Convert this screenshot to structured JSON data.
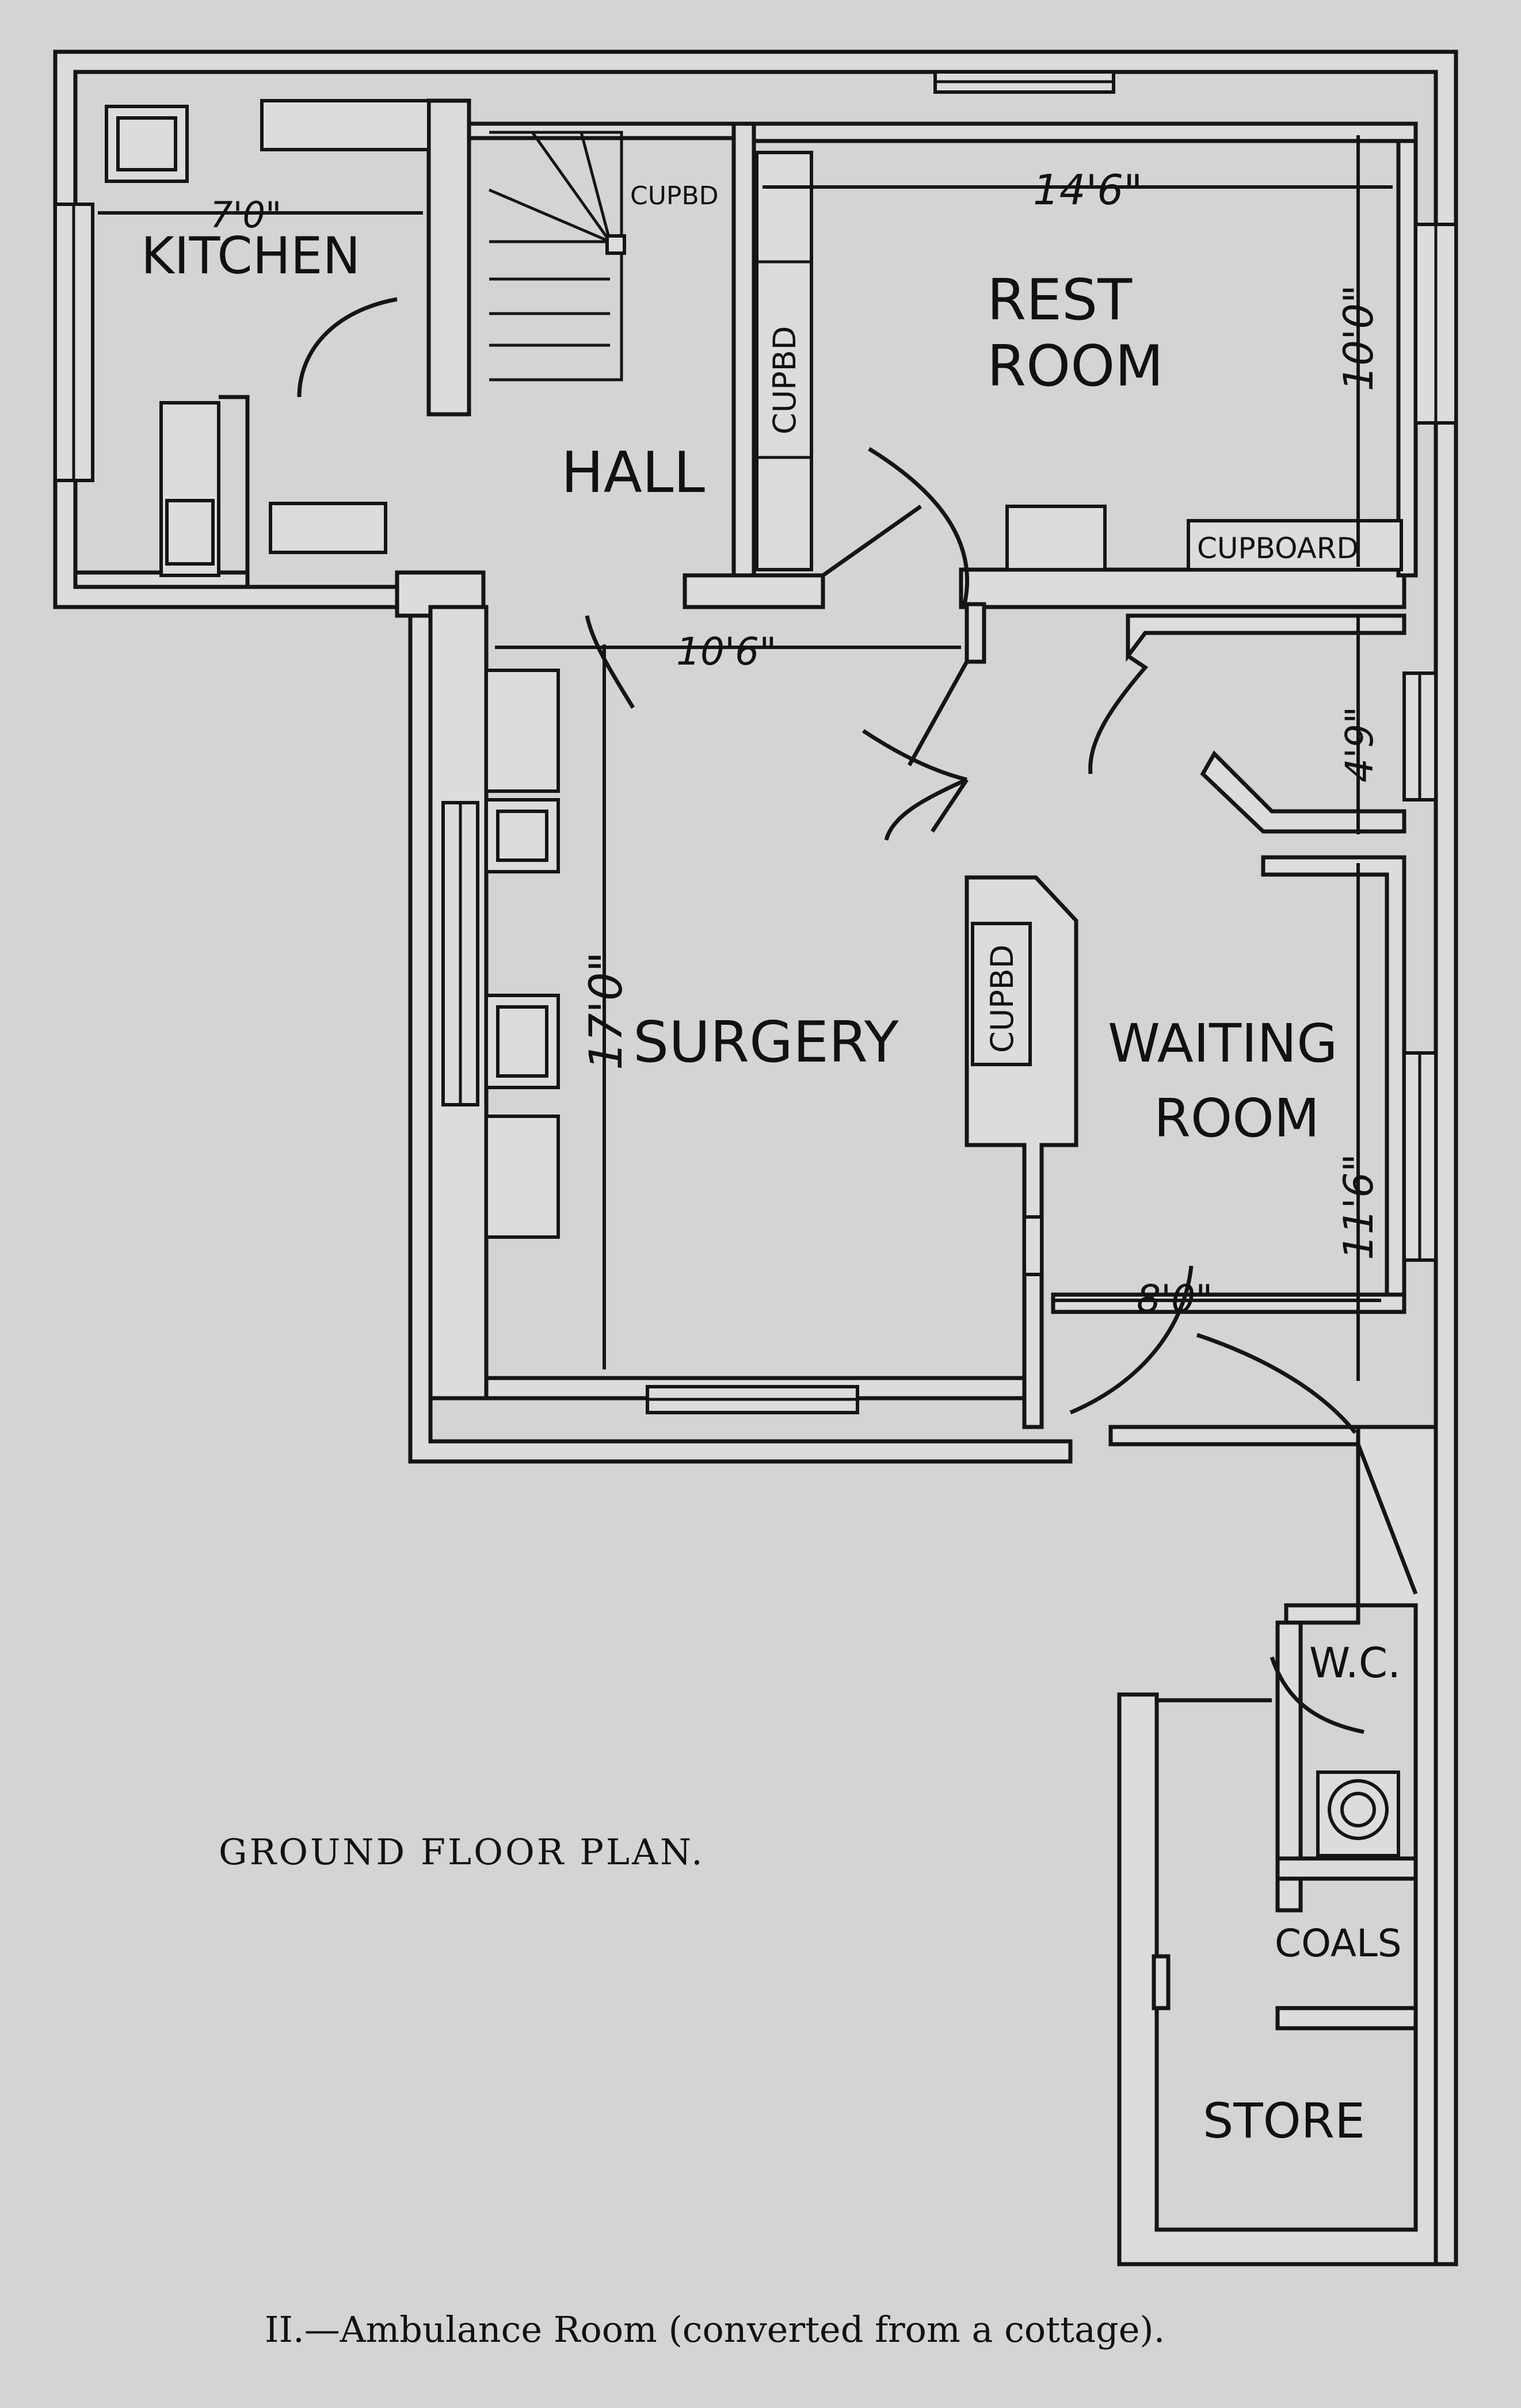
{
  "rooms": {
    "kitchen": "KITCHEN",
    "hall": "HALL",
    "rest_room_line1": "REST",
    "rest_room_line2": "ROOM",
    "surgery": "SURGERY",
    "waiting_room_line1": "WAITING",
    "waiting_room_line2": "ROOM",
    "wc": "W.C.",
    "coals": "COALS",
    "store": "STORE"
  },
  "cupboards": {
    "hall_cupboard": "CUPBD",
    "vertical_cupboard": "CUPBD",
    "surgery_cupboard": "CUPBD",
    "rest_room_cupboard": "CUPBOARD"
  },
  "dimensions": {
    "kitchen_width": "7'0\"",
    "rest_room_width": "14'6\"",
    "rest_room_depth": "10'0\"",
    "hall_width": "10'6\"",
    "surgery_depth": "17'0\"",
    "lobby_depth": "4'9\"",
    "waiting_room_depth": "11'6\"",
    "waiting_room_width": "8'0\""
  },
  "plan_title": "GROUND FLOOR PLAN.",
  "caption": "II.—Ambulance Room (converted from a cottage)."
}
